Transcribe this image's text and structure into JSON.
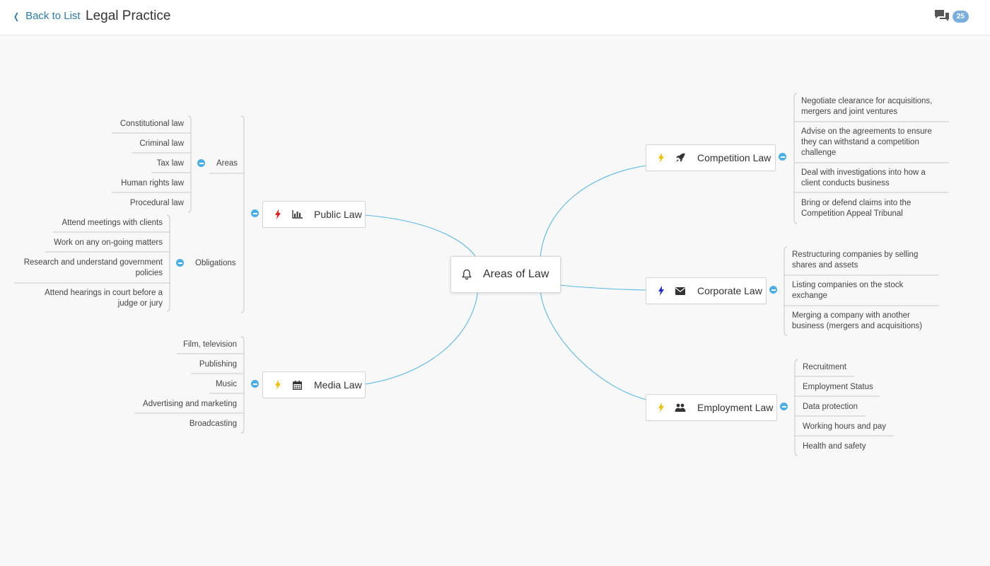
{
  "header": {
    "back_label": "Back to List",
    "title": "Legal Practice",
    "comment_count": "25",
    "comment_icon": "chat-bubbles-icon"
  },
  "colors": {
    "link": "#58b7e8",
    "toggle": "#4aaee8",
    "accent": "#2a7ab8",
    "bolt_red": "#e02020",
    "bolt_yellow": "#f2c200",
    "bolt_blue": "#2030d0"
  },
  "map": {
    "root": {
      "label": "Areas of Law",
      "icon": "bell-icon"
    },
    "public_law": {
      "label": "Public Law",
      "bolt": "red",
      "icon": "bar-chart-icon",
      "areas": {
        "label": "Areas",
        "items": [
          "Constitutional law",
          "Criminal law",
          "Tax law",
          "Human rights law",
          "Procedural law"
        ]
      },
      "obligations": {
        "label": "Obligations",
        "items": [
          "Attend meetings with clients",
          "Work on any on-going matters",
          "Research and understand government policies",
          "Attend hearings in court before a judge or jury"
        ]
      }
    },
    "media_law": {
      "label": "Media Law",
      "bolt": "yellow",
      "icon": "calendar-icon",
      "items": [
        "Film, television",
        "Publishing",
        "Music",
        "Advertising and marketing",
        "Broadcasting"
      ]
    },
    "competition_law": {
      "label": "Competition Law",
      "bolt": "yellow",
      "icon": "rocket-icon",
      "items": [
        "Negotiate clearance for acquisitions, mergers and joint ventures",
        "Advise on the agreements to ensure they can withstand a competition challenge",
        "Deal with investigations into how a client conducts business",
        "Bring or defend claims into the Competition Appeal Tribunal"
      ]
    },
    "corporate_law": {
      "label": "Corporate Law",
      "bolt": "blue",
      "icon": "envelope-icon",
      "items": [
        "Restructuring companies by selling shares and assets",
        "Listing companies on the stock exchange",
        "Merging a company with another business (mergers and acquisitions)"
      ]
    },
    "employment_law": {
      "label": "Employment Law",
      "bolt": "yellow",
      "icon": "users-icon",
      "items": [
        "Recruitment",
        "Employment Status",
        "Data protection",
        "Working hours and pay",
        "Health and safety"
      ]
    }
  }
}
